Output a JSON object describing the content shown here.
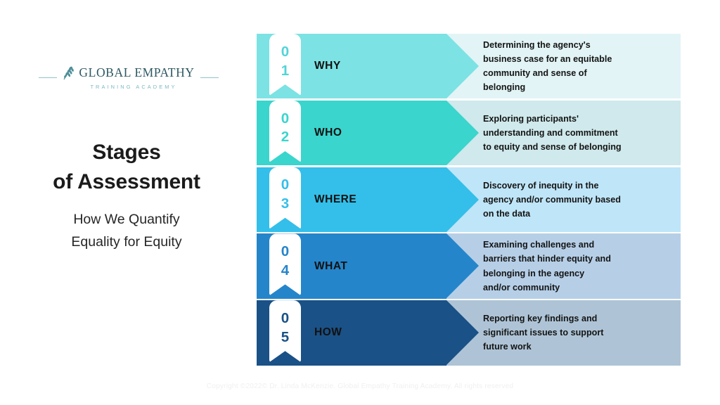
{
  "brand": {
    "icon": "wheat-branch-icon",
    "name": "GLOBAL EMPATHY",
    "tagline": "TRAINING ACADEMY",
    "name_color": "#2d5862",
    "tagline_color": "#7cb9c2",
    "rule_color": "#8fc6cc"
  },
  "headline": "Stages\nof Assessment",
  "subheadline": "How We Quantify\nEquality for Equity",
  "footer": {
    "copyright": "Copyright ©2022© Dr. Linda McKenzie. Global Empathy Training Academy. All rights reserved"
  },
  "diagram": {
    "title": "Stages of Assessment",
    "type": "process-arrow-list",
    "stages": [
      {
        "number": "01",
        "digit_top": "0",
        "digit_bottom": "1",
        "label": "WHY",
        "description": "Determining the agency's\nbusiness case for an equitable\ncommunity and sense of\nbelonging",
        "arrow_color": "#7ce2e3",
        "panel_color": "#e2f4f6",
        "digit_color": "#52d4d8"
      },
      {
        "number": "02",
        "digit_top": "0",
        "digit_bottom": "2",
        "label": "WHO",
        "description": "Exploring participants'\nunderstanding and commitment\nto equity and sense of belonging",
        "arrow_color": "#3ad5cd",
        "panel_color": "#cfe9ec",
        "digit_color": "#3ad5cd"
      },
      {
        "number": "03",
        "digit_top": "0",
        "digit_bottom": "3",
        "label": "WHERE",
        "description": "Discovery of inequity in the\nagency and/or community based\non the data",
        "arrow_color": "#33bfe9",
        "panel_color": "#bfe5f8",
        "digit_color": "#33bfe9"
      },
      {
        "number": "04",
        "digit_top": "0",
        "digit_bottom": "4",
        "label": "WHAT",
        "description": "Examining challenges and\nbarriers that hinder equity and\nbelonging in the agency\nand/or community",
        "arrow_color": "#2585ca",
        "panel_color": "#b6cfe7",
        "digit_color": "#2585ca"
      },
      {
        "number": "05",
        "digit_top": "0",
        "digit_bottom": "5",
        "label": "HOW",
        "description": "Reporting key findings and\nsignificant issues  to support\nfuture work",
        "arrow_color": "#1a5186",
        "panel_color": "#aec4d6",
        "digit_color": "#1a5186"
      }
    ]
  }
}
